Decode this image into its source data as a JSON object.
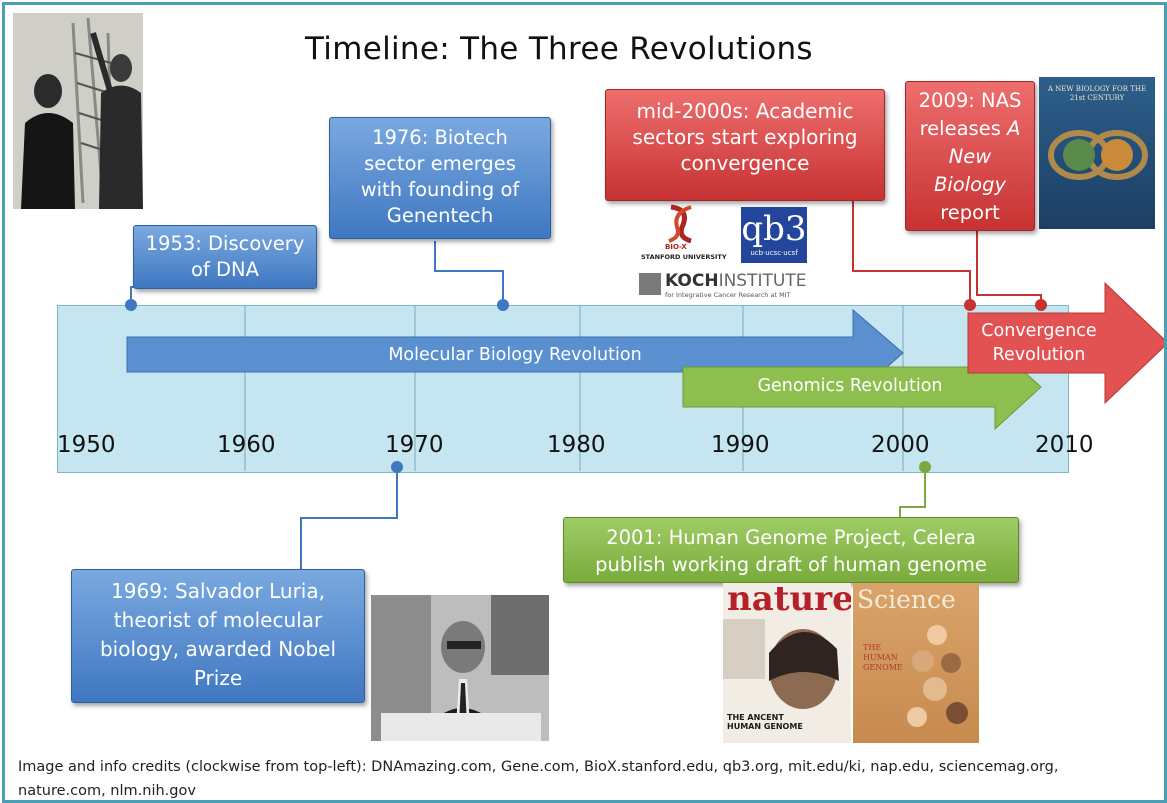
{
  "title": "Timeline: The Three Revolutions",
  "years": [
    "1950",
    "1960",
    "1970",
    "1980",
    "1990",
    "2000",
    "2010"
  ],
  "revolutions": {
    "molecular": "Molecular Biology Revolution",
    "genomics": "Genomics Revolution",
    "convergence_line1": "Convergence",
    "convergence_line2": "Revolution"
  },
  "events": {
    "dna_1953": [
      "1953: Discovery",
      "of DNA"
    ],
    "biotech_1976": [
      "1976: Biotech",
      "sector emerges",
      "with founding of",
      "Genentech"
    ],
    "academic_2000s": [
      "mid-2000s: Academic",
      "sectors start exploring",
      "convergence"
    ],
    "nas_2009": [
      "2009: NAS",
      "releases A",
      "New",
      "Biology",
      "report"
    ],
    "luria_1969": [
      "1969: Salvador Luria,",
      "theorist of molecular",
      "biology, awarded Nobel",
      "Prize"
    ],
    "genome_2001": [
      "2001: Human Genome Project, Celera",
      "publish working draft of human genome"
    ]
  },
  "logos": {
    "biox_name": "BIO-X",
    "biox_univ": "STANFORD UNIVERSITY",
    "qb3": "qb3",
    "qb3_sub": "ucb·ucsc·ucsf",
    "koch_bold": "KOCH",
    "koch_rest": "INSTITUTE",
    "koch_sub": "for Integrative Cancer Research at MIT"
  },
  "covers": {
    "book_title": "A NEW BIOLOGY FOR THE 21st CENTURY",
    "nature_masthead": "nature",
    "nature_headline": "THE ANCENT HUMAN GENOME",
    "science_masthead": "Science",
    "science_headline": "THE HUMAN GENOME"
  },
  "credits": "Image and info credits (clockwise from top-left): DNAmazing.com, Gene.com, BioX.stanford.edu, qb3.org, mit.edu/ki, nap.edu, sciencemag.org, nature.com, nlm.nih.gov",
  "colors": {
    "blue": "#3f77c1",
    "red": "#d94848",
    "green": "#8cbf4e",
    "band": "#96d2e4",
    "frame": "#4a9fb5"
  }
}
